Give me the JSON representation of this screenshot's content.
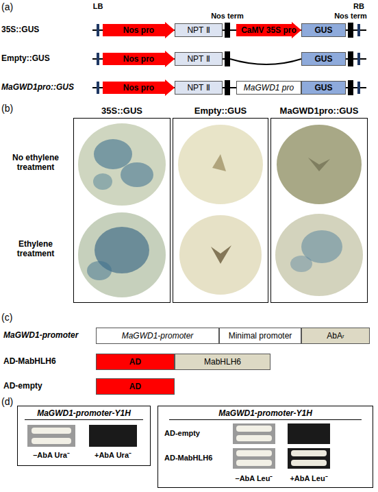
{
  "diagram": {
    "nodes": [
      {
        "text": [
          "Nos pro"
        ]
      },
      {
        "text": [
          "NPT Ⅱ"
        ]
      },
      {
        "text": [
          "CaMV 35S pro"
        ]
      },
      {
        "text": [
          "GUS"
        ]
      },
      {
        "text": [
          "Nos pro"
        ]
      },
      {
        "text": [
          "NPT Ⅱ"
        ]
      },
      {
        "text": [
          "GUS"
        ]
      },
      {
        "text": [
          "Nos pro"
        ]
      },
      {
        "text": [
          "NPT Ⅱ"
        ]
      },
      {
        "text": [
          "MaGWD1 pro"
        ]
      },
      {
        "text": [
          "GUS"
        ]
      },
      {
        "text": [
          "35S::GUS"
        ]
      },
      {
        "text": [
          "Empty::GUS"
        ]
      },
      {
        "text": [
          "MaGWD1pro::GUS"
        ]
      },
      {
        "text": [
          "MaGWD1-promoter"
        ]
      },
      {
        "text": [
          "Minimal promoter"
        ]
      },
      {
        "text": [
          "AbA",
          "r"
        ]
      },
      {
        "text": [
          "AD"
        ]
      },
      {
        "text": [
          "MabHLH6"
        ]
      },
      {
        "text": [
          "AD"
        ]
      },
      {
        "text": [
          "MaGWD1-promoter-Y1H"
        ]
      },
      {
        "text": [
          "MaGWD1-promoter-Y1H"
        ]
      }
    ],
    "labels": [
      "(a)",
      "LB",
      "Nos term",
      "Nos term",
      "RB",
      "35S::GUS",
      "Empty::GUS",
      "MaGWD1pro::GUS",
      "(b)",
      "No ethylene treatment",
      "Ethylene treatment",
      "(c)",
      "MaGWD1-promoter",
      "AD-MabHLH6",
      "AD-empty",
      "(d)",
      "–AbA Ura⁻",
      "+AbA Ura⁻",
      "AD-empty",
      "AD-MabHLH6",
      "–AbA Leu⁻",
      "+AbA Leu⁻"
    ]
  }
}
